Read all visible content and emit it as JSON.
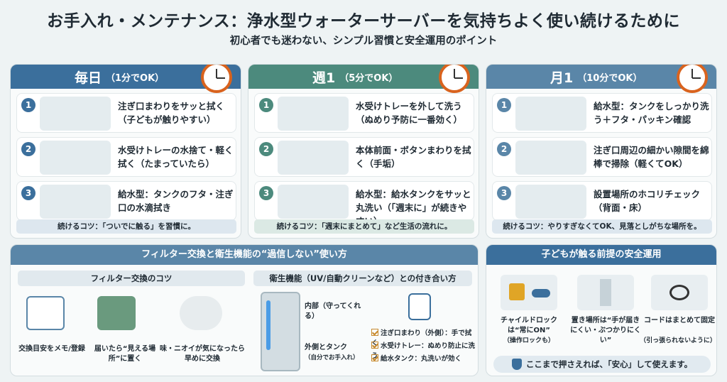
{
  "title": "お手入れ・メンテナンス：浄水型ウォーターサーバーを気持ちよく使い続けるために",
  "subtitle": "初心者でも迷わない、シンプル習慣と安全運用のポイント",
  "colors": {
    "daily": "#3b6f9c",
    "weekly": "#4c8a7d",
    "monthly": "#5a86a8",
    "clock": "#d9631e",
    "safety": "#3b6f9c"
  },
  "columns": [
    {
      "heading": "毎日",
      "duration": "（1分でOK）",
      "steps": [
        {
          "num": "1",
          "text": "注ぎ口まわりをサッと拭く（子どもが触りやすい）"
        },
        {
          "num": "2",
          "text": "水受けトレーの水捨て・軽く拭く（たまっていたら）"
        },
        {
          "num": "3",
          "text": "給水型：タンクのフタ・注ぎ口の水滴拭き"
        }
      ],
      "tip": "続けるコツ：「ついでに触る」を習慣に。"
    },
    {
      "heading": "週1",
      "duration": "（5分でOK）",
      "steps": [
        {
          "num": "1",
          "text": "水受けトレーを外して洗う（ぬめり予防に一番効く）"
        },
        {
          "num": "2",
          "text": "本体前面・ボタンまわりを拭く（手垢）"
        },
        {
          "num": "3",
          "text": "給水型：給水タンクをサッと丸洗い（「週末に」が続きやすい）"
        }
      ],
      "tip": "続けるコツ：「週末にまとめて」など生活の流れに。"
    },
    {
      "heading": "月1",
      "duration": "（10分でOK）",
      "steps": [
        {
          "num": "1",
          "text": "給水型：タンクをしっかり洗う＋フタ・パッキン確認"
        },
        {
          "num": "2",
          "text": "注ぎ口周辺の細かい隙間を綿棒で掃除（軽くてOK）"
        },
        {
          "num": "3",
          "text": "設置場所のホコリチェック（背面・床）"
        }
      ],
      "tip": "続けるコツ：やりすぎなくてOK、見落としがちな場所を。"
    }
  ],
  "filter": {
    "heading": "フィルター交換と衛生機能の“過信しない”使い方",
    "tips_heading": "フィルター交換のコツ",
    "tips": [
      "交換目安をメモ/登録",
      "届いたら“見える場所”に置く",
      "味・ニオイが気になったら早めに交換"
    ],
    "hygiene_heading": "衛生機能（UV/自動クリーンなど）との付き合い方",
    "inner_label": "内部（守ってくれる）",
    "outer_label": "外側とタンク",
    "outer_sub": "（自分でお手入れ）",
    "checks": [
      "注ぎ口まわり（外側）：手で拭く",
      "水受けトレー：ぬめり防止に洗う",
      "給水タンク：丸洗いが効く"
    ]
  },
  "safety": {
    "heading": "子どもが触る前提の安全運用",
    "items": [
      {
        "title": "チャイルドロックは“常にON”",
        "sub": "（操作ロックも）"
      },
      {
        "title": "置き場所は“手が届きにくい・ぶつかりにくい”",
        "sub": ""
      },
      {
        "title": "コードはまとめて固定",
        "sub": "（引っ張られないように）"
      }
    ],
    "footer": "ここまで押さえれば、「安心」して使えます。"
  }
}
